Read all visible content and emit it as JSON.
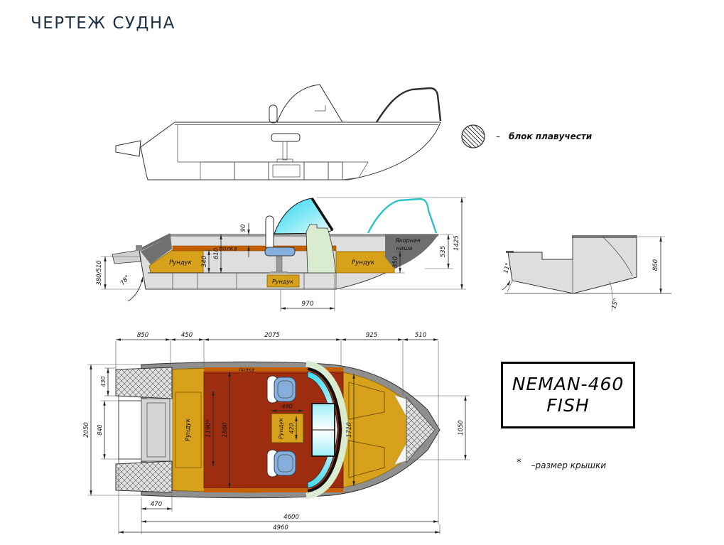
{
  "page": {
    "title": "ЧЕРТЕЖ СУДНА"
  },
  "legend": {
    "dash": "–",
    "label": "блок плавучести"
  },
  "model_plate": {
    "line1": "NEMAN-460",
    "line2": "FISH"
  },
  "footnote": {
    "marker": "*",
    "text": "–размер крышки"
  },
  "colors": {
    "title_navy": "#1e3247",
    "hull_gray": "#DCDCDC",
    "gunwale_gray": "#8F8F8F",
    "dark_gray": "#6F6F6F",
    "locker_gold": "#D8A11C",
    "cockpit_red": "#9E2D10",
    "shelf_orange": "#C55F00",
    "windshield_cyan": "#3FD9EE",
    "console_green": "#D9ECCF",
    "seat_blue": "#86AEDC",
    "rail_teal": "#2CC3C9"
  },
  "section_view": {
    "labels": {
      "shelf": "полка",
      "stern_locker": "Рундук",
      "underfloor_locker": "Рундук",
      "bow_locker": "Рундук",
      "anchor_niche_line1": "Якорная",
      "anchor_niche_line2": "ниша"
    },
    "dims": {
      "transom_height": "380/510",
      "transom_angle": "78°",
      "seat_height": "340",
      "shelf_height": "610",
      "shelf_gap": "90",
      "locker_spacing": "970",
      "bow_locker_height": "350",
      "bow_inner_height": "535",
      "overall_height": "1425"
    }
  },
  "transom_view": {
    "dims": {
      "overall_height": "860",
      "flare_angle": "11°",
      "deadrise_angle": "15°"
    }
  },
  "plan_view": {
    "labels": {
      "shelf": "полка",
      "stern_locker": "Рундук",
      "center_locker": "Рундук"
    },
    "dims": {
      "top": [
        "850",
        "450",
        "2075",
        "925",
        "510"
      ],
      "left": [
        "430",
        "840",
        "2050"
      ],
      "bottom": [
        "470",
        "4600",
        "4960"
      ],
      "right": [
        "1050"
      ],
      "lid_length": "1190*",
      "cockpit_length": "1860",
      "center_locker_width": "480",
      "center_locker_length": "420",
      "bow_deck_width": "1710"
    }
  }
}
